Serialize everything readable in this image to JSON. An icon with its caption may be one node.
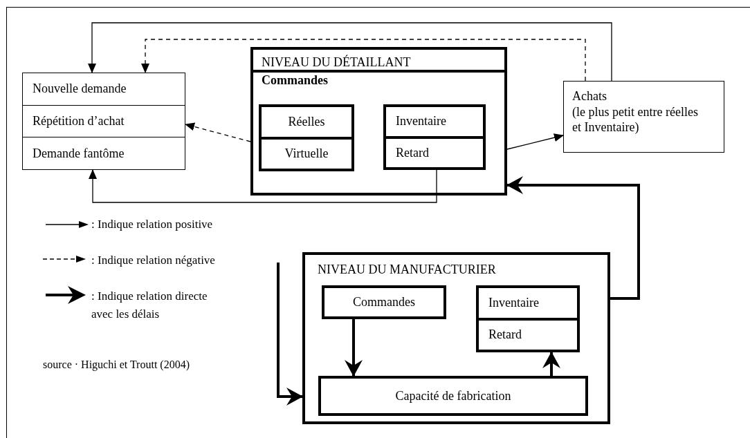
{
  "diagram": {
    "nodes": [
      {
        "text": [
          "Nouvelle demande",
          "Répétition d’achat",
          "Demande fantôme"
        ]
      },
      {
        "text": [
          "NIVEAU DU DÉTAILLANT",
          "Commandes"
        ]
      },
      {
        "text": [
          "Réelles",
          "Virtuelle"
        ],
        "in": 1
      },
      {
        "text": [
          "Inventaire",
          "Retard"
        ],
        "in": 1
      },
      {
        "text": [
          "Achats",
          "(le plus petit entre réelles et Inventaire)"
        ]
      },
      {
        "text": [
          "NIVEAU DU MANUFACTURIER"
        ]
      },
      {
        "text": [
          "Commandes"
        ],
        "in": 5
      },
      {
        "text": [
          "Inventaire",
          "Retard"
        ],
        "in": 5
      },
      {
        "text": [
          "Capacité de fabrication"
        ],
        "in": 5
      }
    ],
    "edges": [
      {
        "from": 4,
        "to": 0,
        "arrow": "to"
      },
      {
        "from": 4,
        "to": 0,
        "arrow": "to",
        "style": "dashed"
      },
      {
        "from": 1,
        "to": 0,
        "arrow": "to",
        "style": "dashed"
      },
      {
        "from": 1,
        "to": 4,
        "arrow": "to"
      },
      {
        "from": 3,
        "to": 0,
        "arrow": "to"
      },
      {
        "from": 5,
        "to": 1,
        "arrow": "to",
        "style": "thick"
      },
      {
        "from": null,
        "to": 5,
        "arrow": "to",
        "style": "thick"
      },
      {
        "from": 6,
        "to": 8,
        "arrow": "to",
        "style": "thick"
      },
      {
        "from": 8,
        "to": 7,
        "arrow": "to",
        "style": "thick"
      }
    ],
    "labels": [
      "source · Higuchi et Troutt (2004)"
    ],
    "legend": [
      {
        "text": ": Indique relation positive"
      },
      {
        "text": ": Indique relation négative"
      },
      {
        "text": ": Indique relation directe avec les délais"
      }
    ]
  }
}
